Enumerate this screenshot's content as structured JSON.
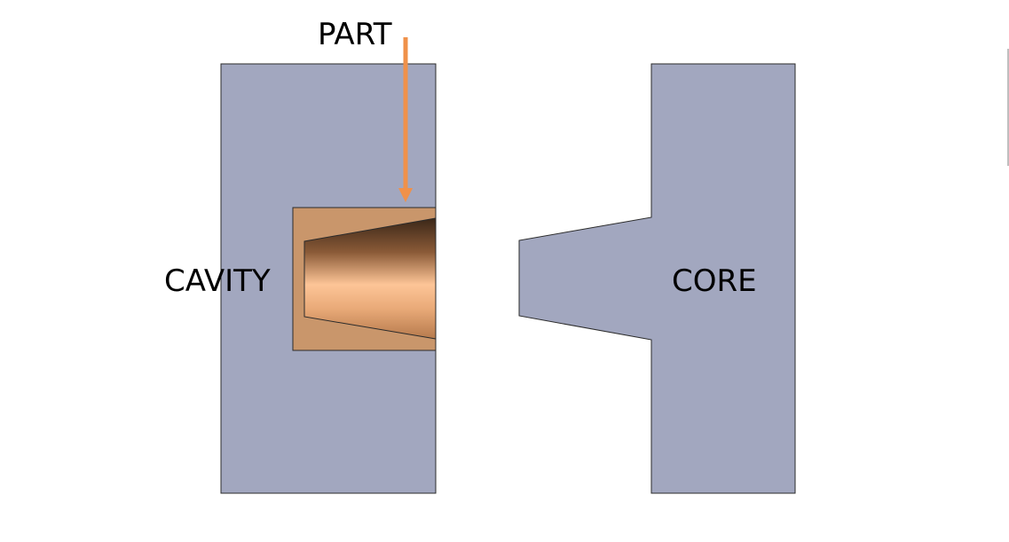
{
  "labels": {
    "part": "PART",
    "cavity": "CAVITY",
    "core": "CORE"
  },
  "colors": {
    "mold_fill": "#a2a7bf",
    "mold_stroke": "#2b2b2b",
    "part_pocket": "#c9966b",
    "part_dark": "#3b2718",
    "part_mid": "#c48a5b",
    "part_light": "#fdc597",
    "arrow": "#f0914a",
    "background": "#ffffff"
  }
}
